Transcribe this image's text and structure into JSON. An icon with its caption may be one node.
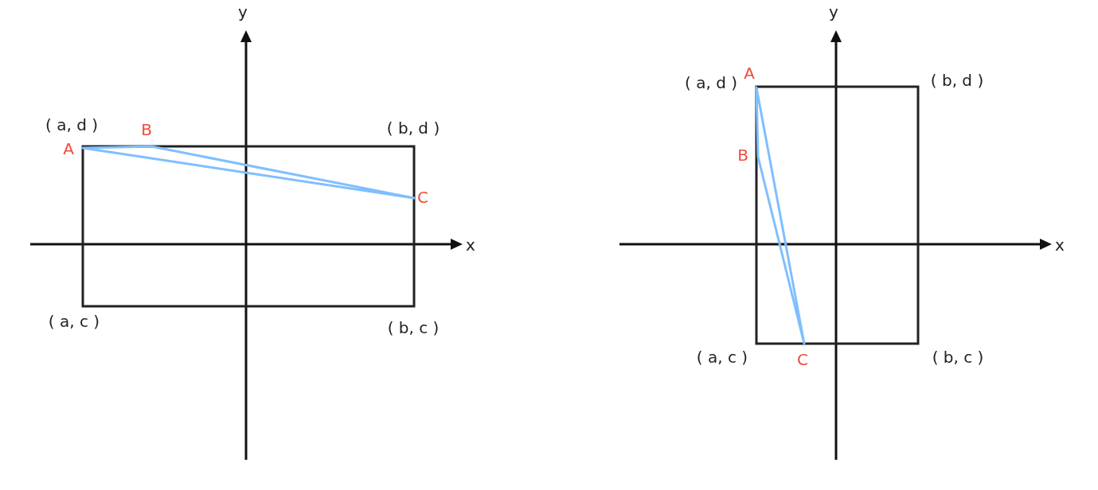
{
  "diagram": {
    "labels": [
      "y",
      "( a, d )",
      "B",
      "( b, d )",
      "A",
      "C",
      "x",
      "( a, c )",
      "( b, c )",
      "y",
      "A",
      "( a, d )",
      "( b, d )",
      "B",
      "x",
      "( a, c )",
      "C",
      "( b, c )"
    ]
  }
}
